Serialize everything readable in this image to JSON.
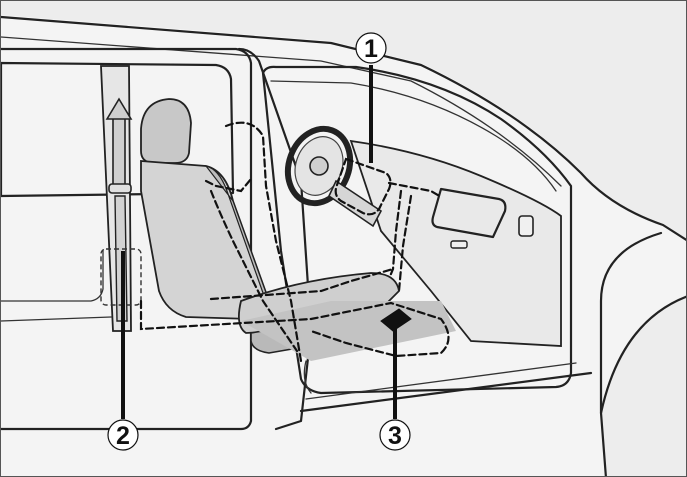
{
  "callouts": [
    {
      "id": "1",
      "label": "1"
    },
    {
      "id": "2",
      "label": "2"
    },
    {
      "id": "3",
      "label": "3"
    }
  ],
  "colors": {
    "background": "#ffffff",
    "panel": "#ededed",
    "body_light": "#f4f4f4",
    "seat": "#d8d8d8",
    "seat_shadow": "#bdbdbd",
    "floor": "#c9c9c9",
    "line": "#222222"
  }
}
